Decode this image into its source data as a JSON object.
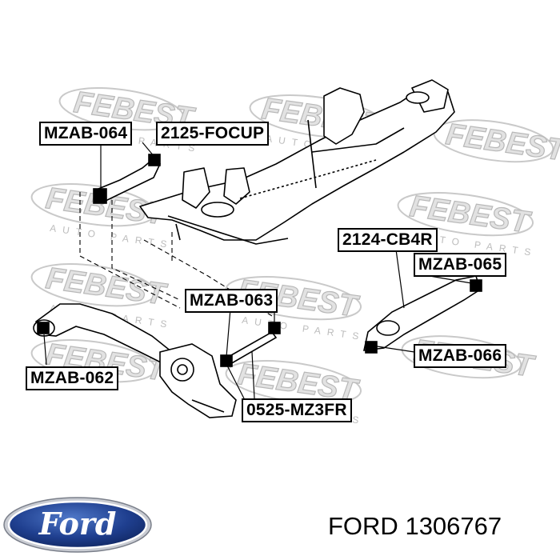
{
  "watermark": {
    "brand": "FEBEST",
    "tagline": "AUTO PARTS"
  },
  "labels": {
    "mzab_064": "MZAB-064",
    "focup": "2125-FOCUP",
    "cb4r": "2124-CB4R",
    "mzab_065": "MZAB-065",
    "mzab_063": "MZAB-063",
    "mzab_066": "MZAB-066",
    "mzab_062": "MZAB-062",
    "mz3fr": "0525-MZ3FR"
  },
  "logo": {
    "text": "Ford",
    "color": "#1a3c8c"
  },
  "caption": {
    "brand": "FORD",
    "part_number": "1306767"
  }
}
